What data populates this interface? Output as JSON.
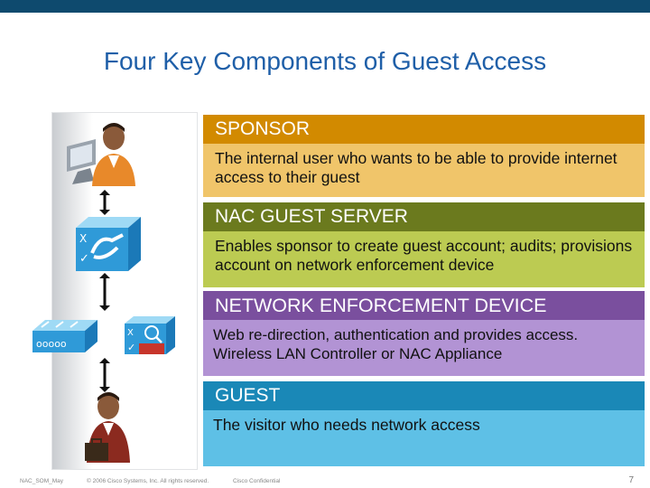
{
  "slide": {
    "title": "Four Key Components of Guest Access",
    "colors": {
      "title": "#1f5fa8",
      "top_bar": "#0e4a6e",
      "sponsor_header": "#d28a00",
      "sponsor_body": "#f0c56a",
      "nac_header": "#6b7a1e",
      "nac_body": "#bccb52",
      "ned_header": "#7a4f9e",
      "ned_body": "#b293d4",
      "guest_header": "#1a88b7",
      "guest_body": "#5ec0e6"
    },
    "sections": [
      {
        "header": "SPONSOR",
        "body": "The internal user who wants to be able to provide internet access to their guest"
      },
      {
        "header": "NAC GUEST SERVER",
        "body": "Enables sponsor to create guest account; audits; provisions account on network enforcement device"
      },
      {
        "header": "NETWORK ENFORCEMENT DEVICE",
        "body": "Web re-direction, authentication and provides access. Wireless LAN Controller or NAC Appliance"
      },
      {
        "header": "GUEST",
        "body": "The visitor who needs network access"
      }
    ],
    "icons": [
      "sponsor-person-at-computer-icon",
      "nac-guest-server-handshake-icon",
      "wireless-lan-controller-icon",
      "nac-appliance-icon",
      "guest-person-with-briefcase-icon"
    ],
    "footer": {
      "doc_id": "NAC_SOM_May",
      "copyright": "© 2006 Cisco Systems, Inc. All rights reserved.",
      "classification": "Cisco Confidential",
      "page_number": "7"
    }
  }
}
